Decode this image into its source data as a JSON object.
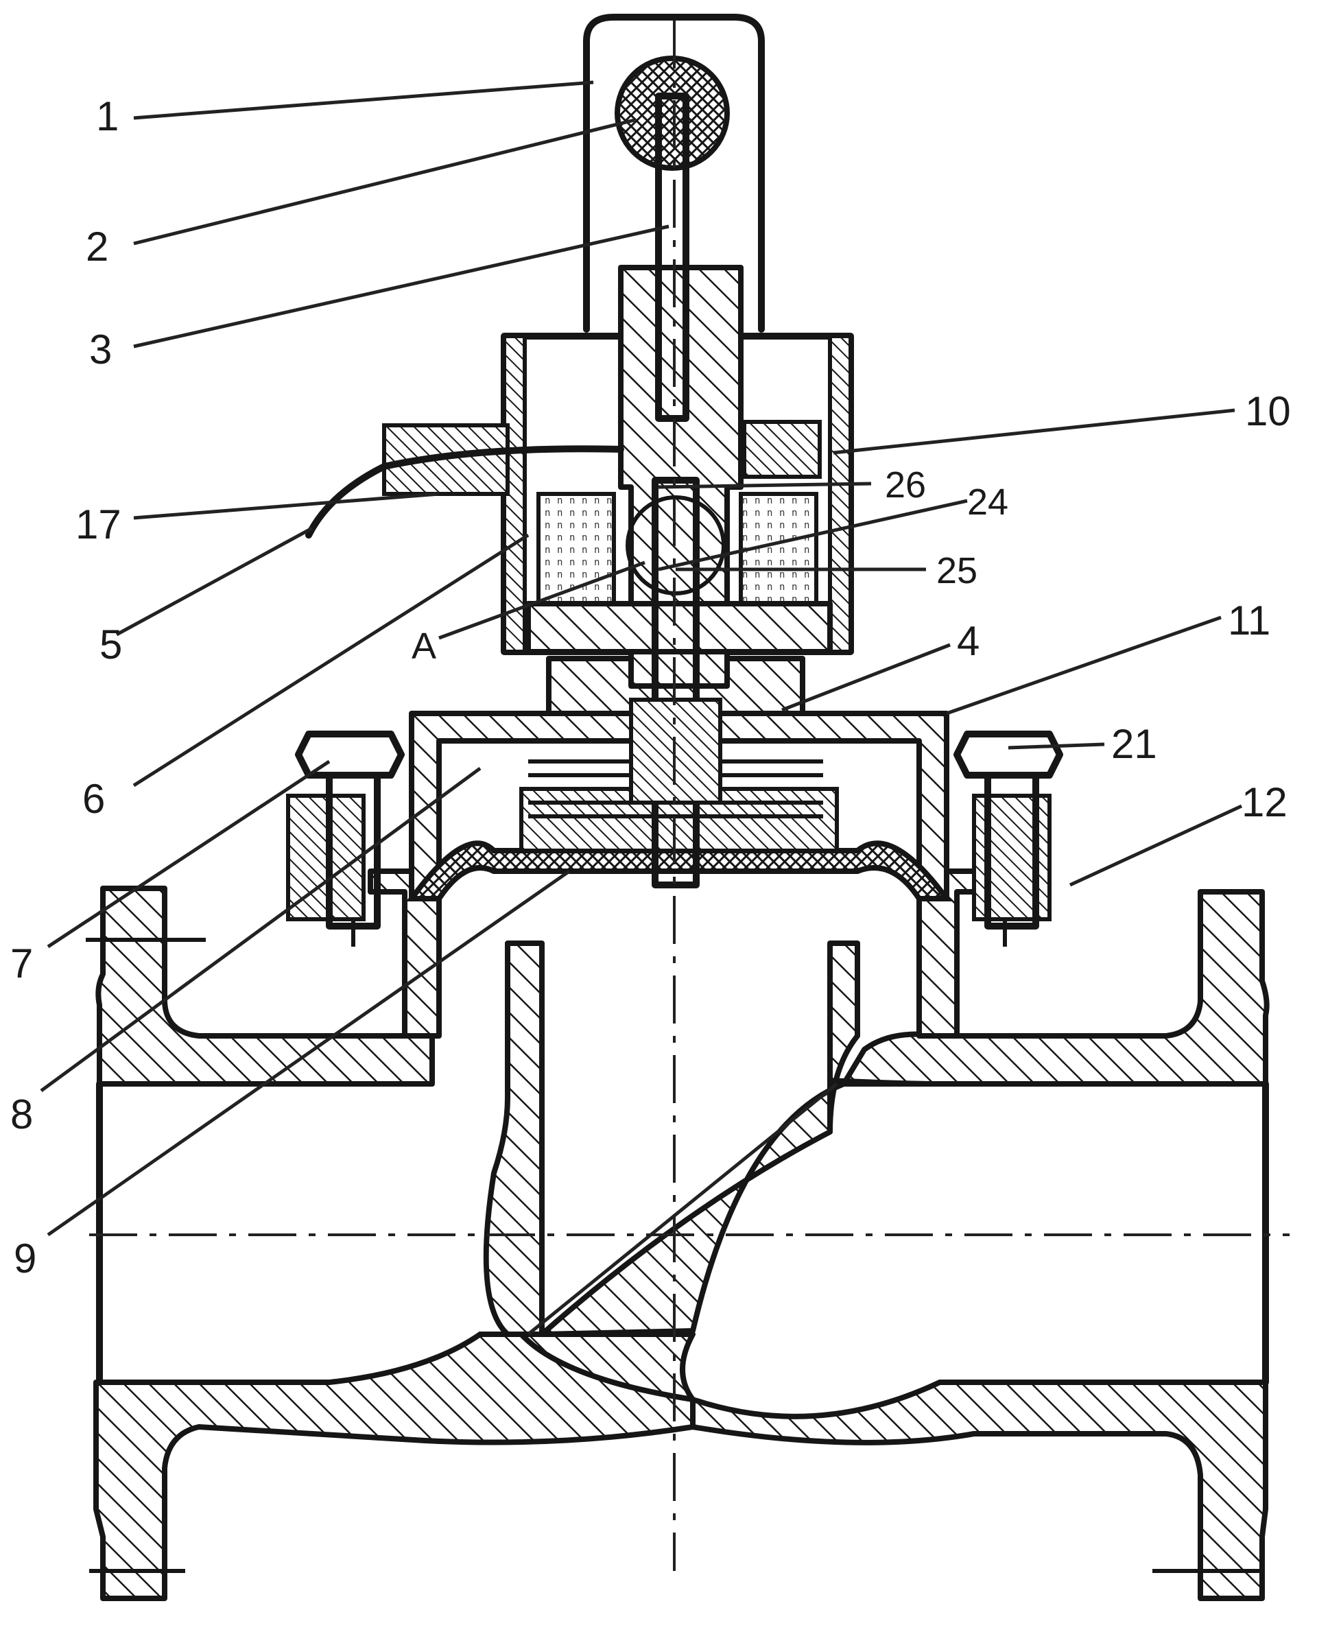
{
  "callouts": [
    {
      "id": "1",
      "text": "1"
    },
    {
      "id": "2",
      "text": "2"
    },
    {
      "id": "3",
      "text": "3"
    },
    {
      "id": "10",
      "text": "10"
    },
    {
      "id": "26",
      "text": "26"
    },
    {
      "id": "24",
      "text": "24"
    },
    {
      "id": "17",
      "text": "17"
    },
    {
      "id": "25",
      "text": "25"
    },
    {
      "id": "5",
      "text": "5"
    },
    {
      "id": "A",
      "text": "A"
    },
    {
      "id": "11",
      "text": "11"
    },
    {
      "id": "4",
      "text": "4"
    },
    {
      "id": "21",
      "text": "21"
    },
    {
      "id": "12",
      "text": "12"
    },
    {
      "id": "6",
      "text": "6"
    },
    {
      "id": "7",
      "text": "7"
    },
    {
      "id": "8",
      "text": "8"
    },
    {
      "id": "9",
      "text": "9"
    }
  ],
  "colors": {
    "ink": "#161616",
    "paper": "#ffffff"
  }
}
